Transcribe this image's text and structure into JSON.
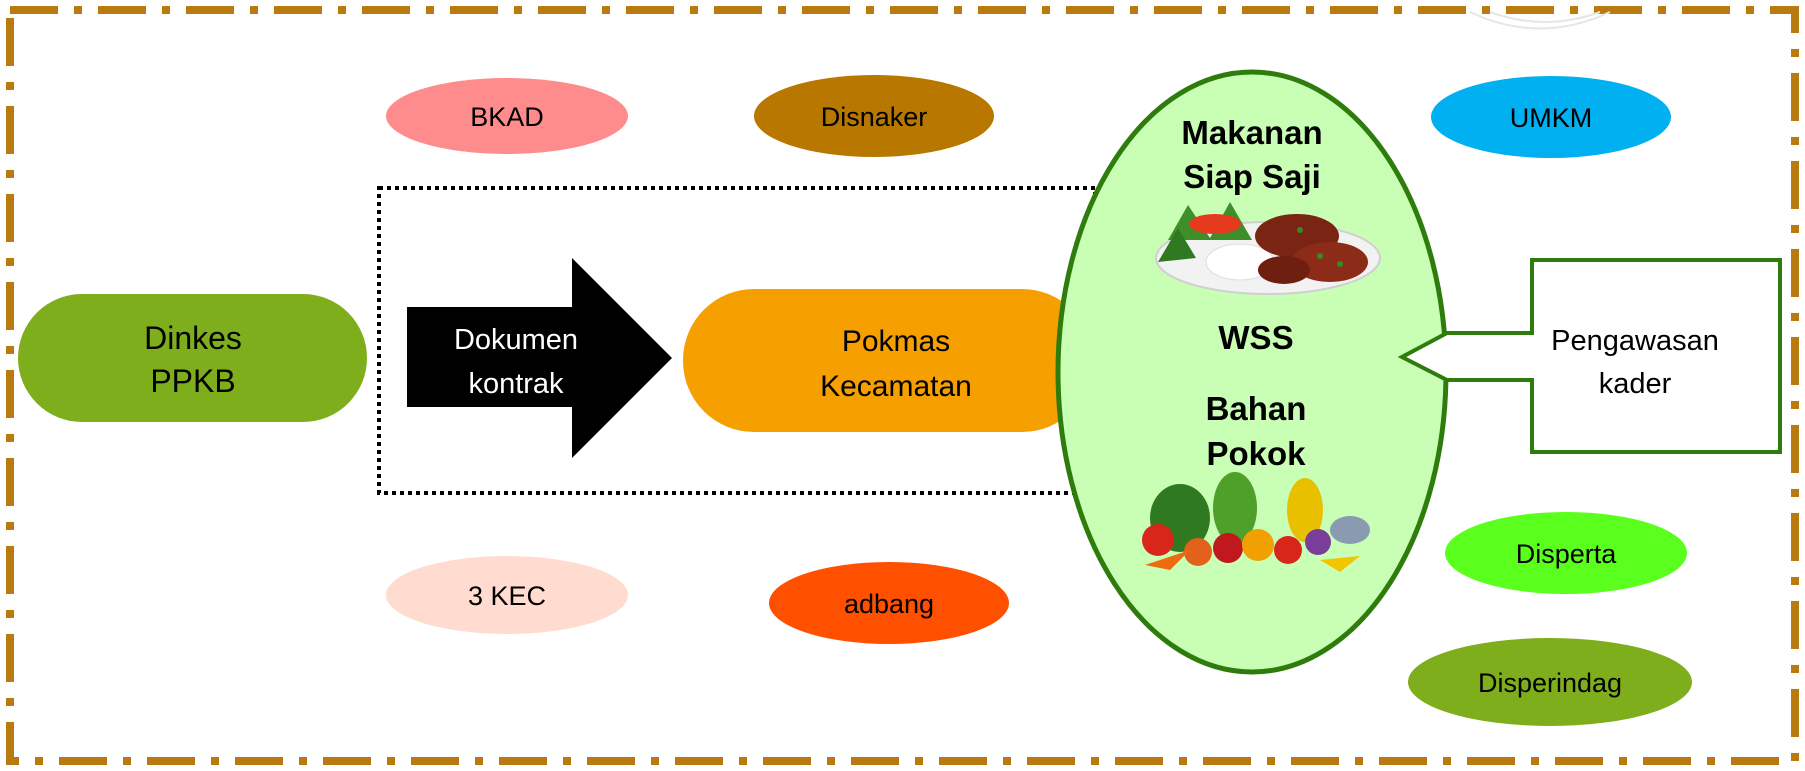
{
  "left_node": {
    "line1": "Dinkes",
    "line2": "PPKB"
  },
  "arrow": {
    "line1": "Dokumen",
    "line2": "kontrak"
  },
  "pokmas": {
    "line1": "Pokmas",
    "line2": "Kecamatan"
  },
  "wss": {
    "top_line1": "Makanan",
    "top_line2": "Siap Saji",
    "center": "WSS",
    "bottom_line1": "Bahan",
    "bottom_line2": "Pokok"
  },
  "callout": {
    "line1": "Pengawasan",
    "line2": "kader"
  },
  "stakeholders": {
    "bkad": "BKAD",
    "disnaker": "Disnaker",
    "umkm": "UMKM",
    "kec": "3 KEC",
    "adbang": "adbang",
    "disperta": "Disperta",
    "disperindag": "Disperindag"
  },
  "colors": {
    "border": "#B97A10",
    "dinkes": "#7FAE1C",
    "arrow": "#000000",
    "pokmas": "#F5A000",
    "wss_fill": "#C9FFB5",
    "wss_stroke": "#2E7D0C",
    "callout_stroke": "#2E7D0C",
    "bkad": "#FF8C8C",
    "disnaker": "#B87800",
    "umkm": "#00B0F0",
    "kec": "#FFDCCF",
    "adbang": "#FF5000",
    "disperta": "#5BFF1E",
    "disperindag": "#7FAE1C"
  }
}
